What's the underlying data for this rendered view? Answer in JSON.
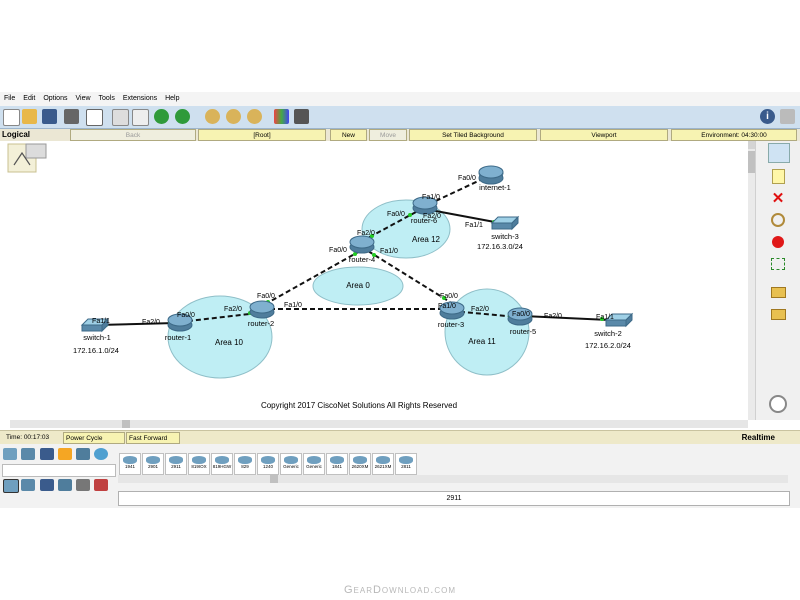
{
  "menu": [
    "File",
    "Edit",
    "Options",
    "View",
    "Tools",
    "Extensions",
    "Help"
  ],
  "context_bar": {
    "logical": "Logical",
    "back": "Back",
    "root": "[Root]",
    "new_cluster": "New Cluster",
    "move_object": "Move Object",
    "set_tiled_background": "Set Tiled Background",
    "viewport": "Viewport",
    "environment": "Environment: 04:30:00"
  },
  "topology": {
    "areas": [
      {
        "label": "Area 0"
      },
      {
        "label": "Area 10"
      },
      {
        "label": "Area 11"
      },
      {
        "label": "Area 12"
      }
    ],
    "devices": [
      {
        "label": "internet-1"
      },
      {
        "label": "router-6"
      },
      {
        "label": "switch-3",
        "subnet": "172.16.3.0/24"
      },
      {
        "label": "router-4"
      },
      {
        "label": "router-2"
      },
      {
        "label": "router-1"
      },
      {
        "label": "switch-1",
        "subnet": "172.16.1.0/24"
      },
      {
        "label": "router-3"
      },
      {
        "label": "router-5"
      },
      {
        "label": "switch-2",
        "subnet": "172.16.2.0/24"
      }
    ],
    "ports": [
      "Fa0/0",
      "Fa1/0",
      "Fa0/0",
      "Fa2/0",
      "Fa1/1",
      "Fa2/0",
      "Fa0/0",
      "Fa1/0",
      "Fa0/0",
      "Fa2/0",
      "Fa1/0",
      "Fa0/0",
      "Fa1/0",
      "Fa2/0",
      "Fa0/0",
      "Fa2/0",
      "Fa1/1",
      "Fa1/1",
      "Fa2/0",
      "Fa0/0"
    ],
    "copyright": "Copyright 2017 CiscoNet Solutions All Rights Reserved"
  },
  "status": {
    "time": "Time: 00:17:03",
    "power_cycle": "Power Cycle Devices",
    "fast_forward": "Fast Forward Time",
    "mode": "Realtime"
  },
  "device_palette": {
    "models": [
      "1941",
      "2901",
      "2911",
      "819IOX",
      "819HGW",
      "829",
      "1240",
      "Generic",
      "Generic",
      "1841",
      "2620XM",
      "2621XM",
      "2811"
    ],
    "selected": "2911"
  },
  "watermark": "GearDownload.com",
  "colors": {
    "area_fill": "#bfeef4",
    "toolbar": "#cfe0ef",
    "context_bar": "#f7f3b2",
    "link_up": "#22cc22"
  }
}
